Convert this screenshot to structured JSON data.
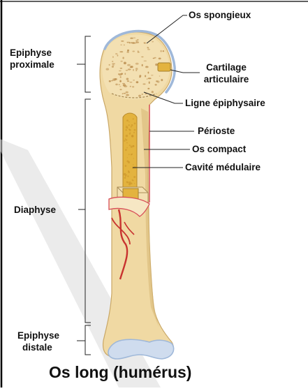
{
  "figure": {
    "title": "Os long (humérus)",
    "regions": {
      "epiphyse_proximale": {
        "line1": "Epiphyse",
        "line2": "proximale"
      },
      "diaphyse": "Diaphyse",
      "epiphyse_distale": {
        "line1": "Epiphyse",
        "line2": "distale"
      }
    },
    "structures": {
      "os_spongieux": "Os spongieux",
      "cartilage_articulaire": {
        "line1": "Cartilage",
        "line2": "articulaire"
      },
      "ligne_epiphysaire": "Ligne épiphysaire",
      "perioste": "Périoste",
      "os_compact": "Os compact",
      "cavite_medulaire": "Cavité médulaire"
    },
    "colors": {
      "bone": "#f0d9a3",
      "bone_shadow": "#d9b978",
      "spongy_dots": "#b8894a",
      "marrow": "#e3b33e",
      "cartilage": "#9fb8d9",
      "periosteum": "#d84e58",
      "vessel": "#c8322f",
      "leader_line": "#222222",
      "watermark": "#dadada",
      "frame": "#000000"
    }
  }
}
